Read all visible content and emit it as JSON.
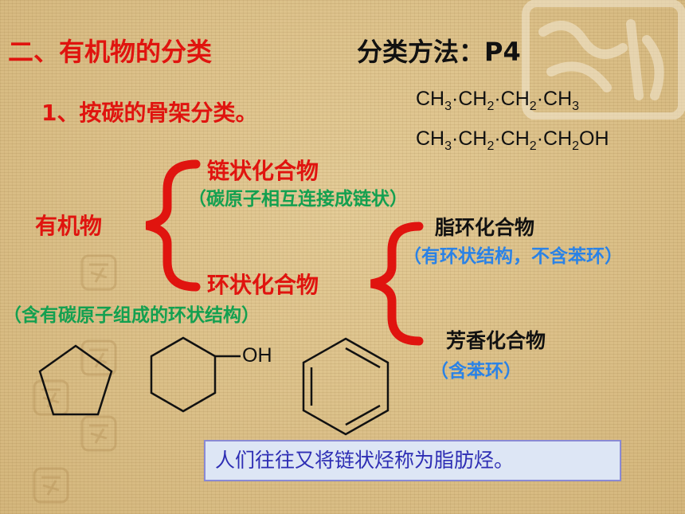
{
  "heading": {
    "section": "二、有机物的分类",
    "method": "分类方法：P4"
  },
  "subheading": "1、按碳的骨架分类。",
  "formulas": {
    "line1": {
      "a": "CH",
      "a_sub": "3",
      "b": "·CH",
      "b_sub": "2",
      "c": "·CH",
      "c_sub": "2",
      "d": "·CH",
      "d_sub": "3"
    },
    "line2": {
      "a": "CH",
      "a_sub": "3",
      "b": "·CH",
      "b_sub": "2",
      "c": "·CH",
      "c_sub": "2",
      "d": "·CH",
      "d_sub": "2",
      "e": "OH"
    }
  },
  "tree": {
    "root": "有机物",
    "chain": {
      "label": "链状化合物",
      "note": "（碳原子相互连接成链状）"
    },
    "ring": {
      "label": "环状化合物",
      "note": "（含有碳原子组成的环状结构）"
    },
    "alicyclic": {
      "label": "脂环化合物",
      "note": "（有环状结构，不含苯环）"
    },
    "aromatic": {
      "label": "芳香化合物",
      "note": "（含苯环）"
    }
  },
  "structures": {
    "cyclohexanol_label": "OH"
  },
  "note_box": "人们往往又将链状烃称为脂肪烃。",
  "colors": {
    "red": "#e0140f",
    "green": "#13a050",
    "blue": "#2a82e6",
    "note_text": "#2e2eb4"
  }
}
